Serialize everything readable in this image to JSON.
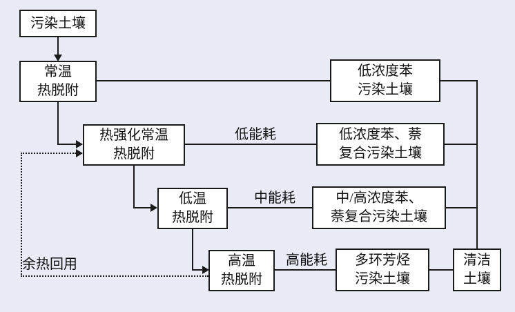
{
  "colors": {
    "background": "#e9ecf7",
    "box_fill": "#ffffff",
    "line": "#1a1a1a",
    "text": "#111111"
  },
  "nodes": {
    "polluted_soil": {
      "lines": [
        "污染土壤"
      ]
    },
    "ambient_thermal_desorption": {
      "lines": [
        "常温",
        "热脱附"
      ]
    },
    "low_benzene_soil": {
      "lines": [
        "低浓度苯",
        "污染土壤"
      ]
    },
    "enhanced_ambient_desorption": {
      "lines": [
        "热强化常温",
        "热脱附"
      ]
    },
    "low_benzene_naphthalene_soil": {
      "lines": [
        "低浓度苯、萘",
        "复合污染土壤"
      ]
    },
    "low_temp_desorption": {
      "lines": [
        "低温",
        "热脱附"
      ]
    },
    "mid_high_benzene_naphthalene_soil": {
      "lines": [
        "中/高浓度苯、",
        "萘复合污染土壤"
      ]
    },
    "high_temp_desorption": {
      "lines": [
        "高温",
        "热脱附"
      ]
    },
    "pah_soil": {
      "lines": [
        "多环芳烃",
        "污染土壤"
      ]
    },
    "clean_soil": {
      "lines": [
        "清洁",
        "土壤"
      ]
    }
  },
  "labels": {
    "low_energy": "低能耗",
    "medium_energy": "中能耗",
    "high_energy": "高能耗",
    "waste_heat_reuse": "余热回用"
  }
}
